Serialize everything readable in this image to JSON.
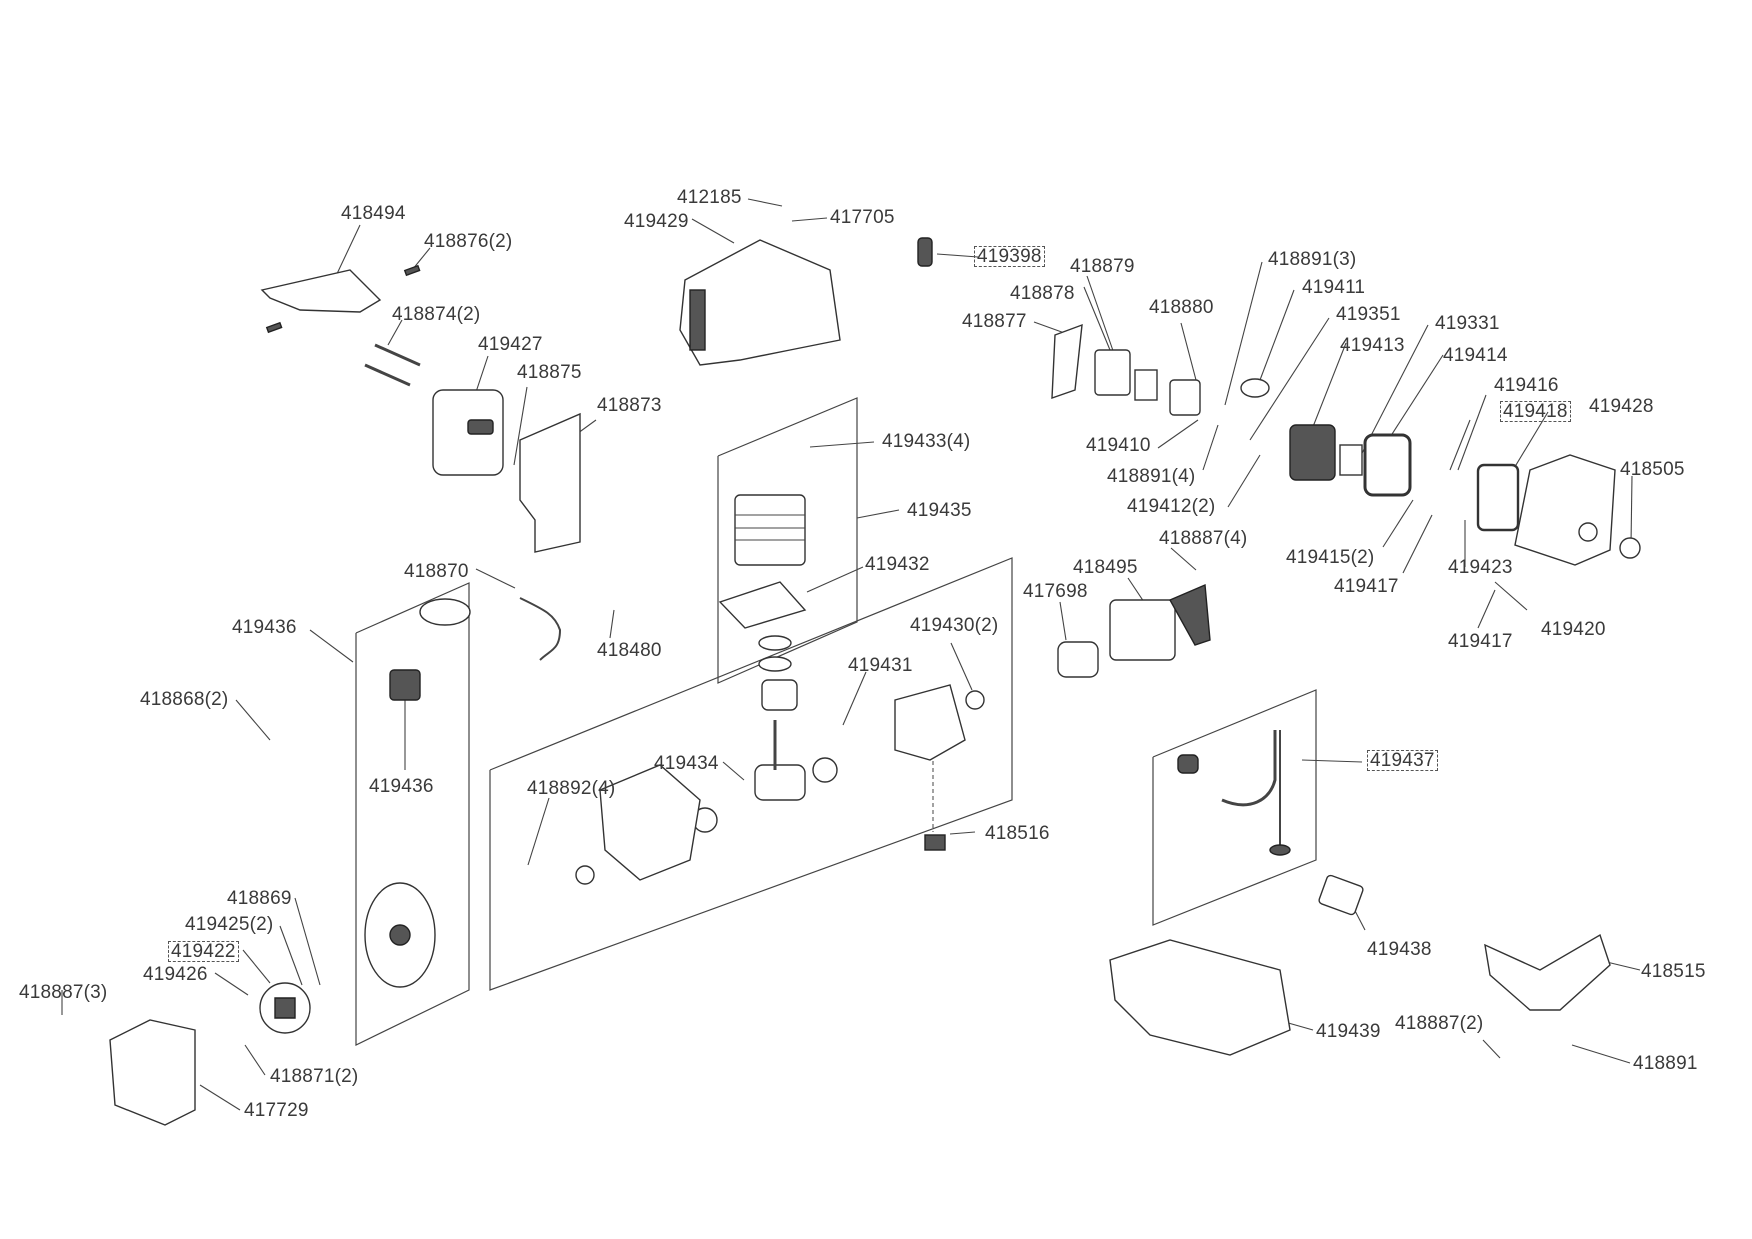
{
  "diagram": {
    "type": "exploded-parts-diagram",
    "labels": {
      "l418494": "418494",
      "l418876": "418876(2)",
      "l418874": "418874(2)",
      "l419427": "419427",
      "l418875": "418875",
      "l418873": "418873",
      "l412185": "412185",
      "l419429": "419429",
      "l417705": "417705",
      "l419398": "419398",
      "l418879": "418879",
      "l418878": "418878",
      "l418877": "418877",
      "l418880": "418880",
      "l418891_3": "418891(3)",
      "l419411": "419411",
      "l419351": "419351",
      "l419413": "419413",
      "l419331": "419331",
      "l419414": "419414",
      "l419416": "419416",
      "l419418": "419418",
      "l419428": "419428",
      "l418505": "418505",
      "l419410": "419410",
      "l418891_4": "418891(4)",
      "l419412": "419412(2)",
      "l419415": "419415(2)",
      "l419417a": "419417",
      "l419423": "419423",
      "l419420": "419420",
      "l419417b": "419417",
      "l419433": "419433(4)",
      "l419435": "419435",
      "l419432": "419432",
      "l418887_4": "418887(4)",
      "l418495": "418495",
      "l417698": "417698",
      "l418870": "418870",
      "l419436a": "419436",
      "l418480": "418480",
      "l419430": "419430(2)",
      "l419431": "419431",
      "l418868": "418868(2)",
      "l419434": "419434",
      "l419436b": "419436",
      "l418892": "418892(4)",
      "l418516": "418516",
      "l419437": "419437",
      "l418869": "418869",
      "l419425": "419425(2)",
      "l419422": "419422",
      "l419426": "419426",
      "l418887_3": "418887(3)",
      "l418871": "418871(2)",
      "l417729": "417729",
      "l419438": "419438",
      "l418515": "418515",
      "l419439": "419439",
      "l418887_2": "418887(2)",
      "l418891": "418891"
    },
    "boxed_labels_note": "Dashed-boxed part numbers: 419398, 419418, 419422, 419437"
  }
}
